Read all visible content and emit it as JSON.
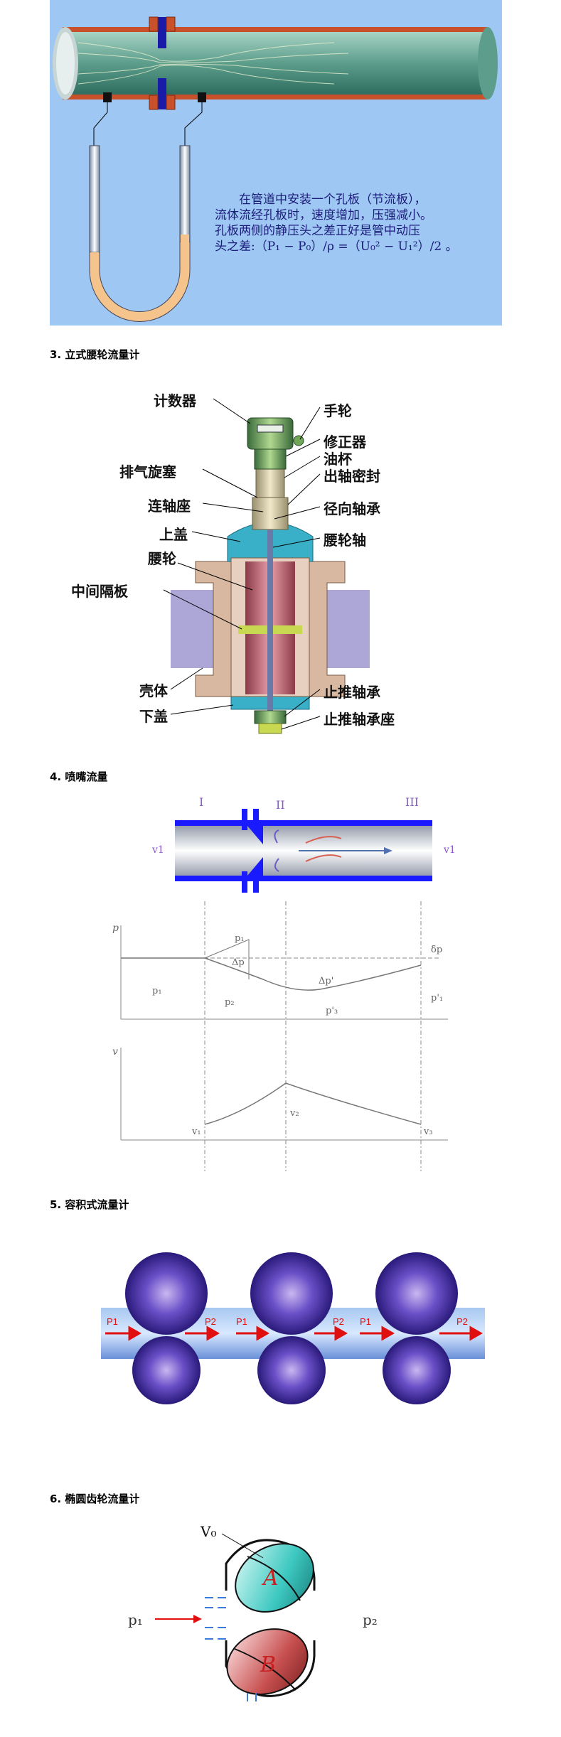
{
  "orifice": {
    "line1": "在管道中安装一个孔板（节流板），",
    "line2": "流体流经孔板时，速度增加，压强减小。",
    "line3": "孔板两侧的静压头之差正好是管中动压",
    "line4": "头之差:（P₁ − P₀）/ρ =（U₀² − U₁²）/2 。"
  },
  "sections": [
    {
      "title": "3. 立式腰轮流量计"
    },
    {
      "title": "4. 喷嘴流量"
    },
    {
      "title": "5. 容积式流量计"
    },
    {
      "title": "6. 椭圆齿轮流量计"
    }
  ],
  "waist_meter": {
    "labels": {
      "counter": "计数器",
      "handwheel": "手轮",
      "corrector": "修正器",
      "oil_cup": "油杯",
      "vent_plug": "排气旋塞",
      "shaft_seal": "出轴密封",
      "coupling_seat": "连轴座",
      "radial_bearing": "径向轴承",
      "upper_cover": "上盖",
      "rotor_shaft": "腰轮轴",
      "rotor": "腰轮",
      "middle_plate": "中间隔板",
      "shell": "壳体",
      "thrust_bearing": "止推轴承",
      "lower_cover": "下盖",
      "thrust_seat": "止推轴承座"
    }
  },
  "nozzle": {
    "roman": [
      "I",
      "II",
      "III"
    ],
    "v_left": "v1",
    "v_right": "v1",
    "p_axis": "p",
    "v_axis": "v",
    "p1": "p₁",
    "p2": "p₂",
    "dp": "Δp",
    "dp_prime": "Δp'",
    "p3_prime": "p'₃",
    "delta_p": "δp",
    "p1_prime": "p'₁",
    "v1": "v₁",
    "v2": "v₂",
    "v3": "v₃",
    "p1_label": "p₁",
    "p2_label": "p₂"
  },
  "pd_meter": {
    "labels": [
      "P1",
      "P2",
      "P1",
      "P2",
      "P1",
      "P2"
    ]
  },
  "oval_gear": {
    "v0": "V₀",
    "p1": "p₁",
    "p2": "p₂",
    "a": "A",
    "b": "B"
  },
  "colors": {
    "orifice_bg": "#9ec8f3",
    "pipe": "#c8502a",
    "fluid": "#5aa89a",
    "nozzle_blue": "#1a1aff",
    "gear_purple": "#5540b0",
    "arrow_red": "#e01010",
    "oval_cyan": "#3cc8c0",
    "oval_red": "#c85050"
  }
}
